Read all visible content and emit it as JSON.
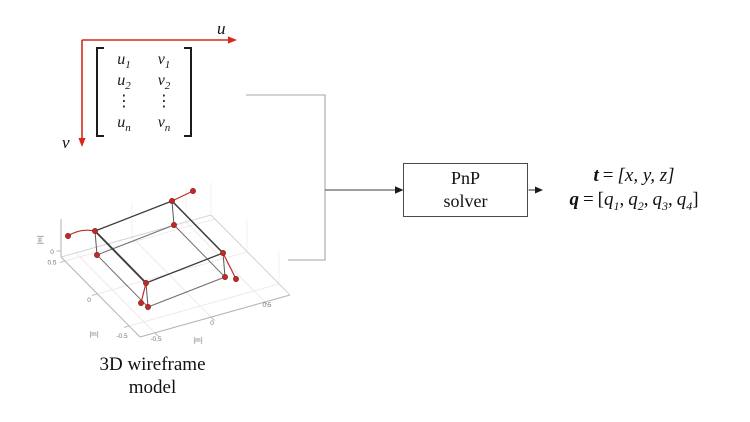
{
  "image_plane": {
    "u_axis_label": "u",
    "v_axis_label": "v"
  },
  "matrix": {
    "rows": [
      {
        "u_base": "u",
        "u_sub": "1",
        "v_base": "v",
        "v_sub": "1"
      },
      {
        "u_base": "u",
        "u_sub": "2",
        "v_base": "v",
        "v_sub": "2"
      },
      {
        "u_base": "⋮",
        "u_sub": "",
        "v_base": "⋮",
        "v_sub": ""
      },
      {
        "u_base": "u",
        "u_sub": "n",
        "v_base": "v",
        "v_sub": "n"
      }
    ]
  },
  "pnp_box": {
    "line1": "PnP",
    "line2": "solver"
  },
  "equations": {
    "t": {
      "lhs": "t",
      "eq": "=",
      "rhs": "[x, y, z]"
    },
    "q": {
      "lhs": "q",
      "eq": "=",
      "open": "[",
      "sep": ",",
      "terms": [
        {
          "base": "q",
          "sub": "1"
        },
        {
          "base": "q",
          "sub": "2"
        },
        {
          "base": "q",
          "sub": "3"
        },
        {
          "base": "q",
          "sub": "4"
        }
      ],
      "close": "]"
    }
  },
  "plot3d": {
    "caption": {
      "line1": "3D wireframe",
      "line2": "model"
    },
    "axes": {
      "z_label": "[m]",
      "left_label": "[m]",
      "right_label": "[m]",
      "z_ticks": [
        "0"
      ],
      "left_ticks": [
        "0.5",
        "0",
        "-0.5"
      ],
      "right_ticks": [
        "-0.5",
        "0",
        "0.5"
      ]
    }
  },
  "colors": {
    "axis_red": "#d6281c",
    "marker_red": "#bf2b26",
    "wire_dark": "#3d3d3d",
    "connector_gray": "#a6a6a6",
    "arrow_dark": "#3c3c3c"
  }
}
